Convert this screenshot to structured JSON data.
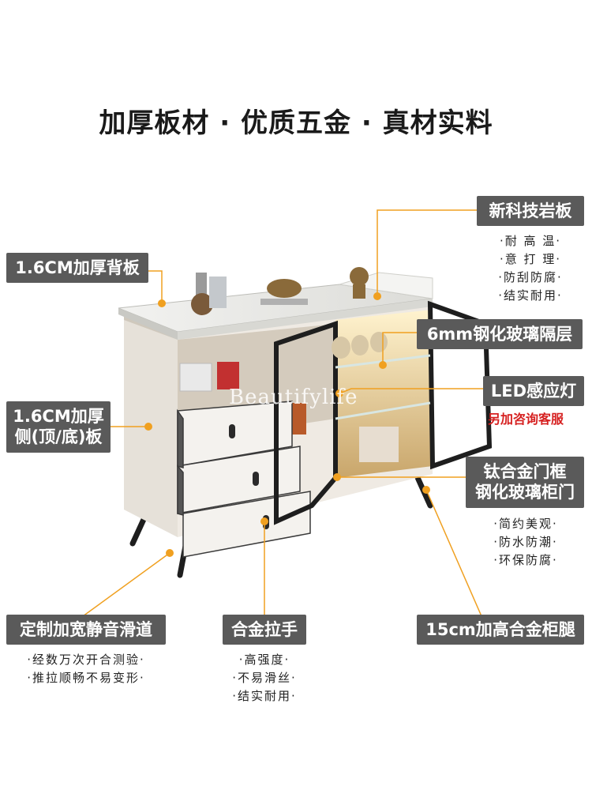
{
  "title": "加厚板材 · 优质五金 · 真材实料",
  "watermark": "Beautifylife",
  "accent_color": "#f0a020",
  "tag_color": "#5a5a5a",
  "labels": {
    "back_panel": "1.6CM加厚背板",
    "side_panel_line1": "1.6CM加厚",
    "side_panel_line2": "侧(顶/底)板",
    "rock_slab": "新科技岩板",
    "glass_shelf": "6mm钢化玻璃隔层",
    "led": "LED感应灯",
    "led_note": "另加咨询客服",
    "door_frame_line1": "钛合金门框",
    "door_frame_line2": "钢化玻璃柜门",
    "slide_rail": "定制加宽静音滑道",
    "handle": "合金拉手",
    "legs": "15cm加高合金柜腿"
  },
  "notes": {
    "rock_slab": [
      "·耐 高 温·",
      "·意 打 理·",
      "·防刮防腐·",
      "·结实耐用·"
    ],
    "door_frame": [
      "·简约美观·",
      "·防水防潮·",
      "·环保防腐·"
    ],
    "slide_rail": [
      "·经数万次开合测验·",
      "·推拉顺畅不易变形·"
    ],
    "handle": [
      "·高强度·",
      "·不易滑丝·",
      "·结实耐用·"
    ]
  }
}
